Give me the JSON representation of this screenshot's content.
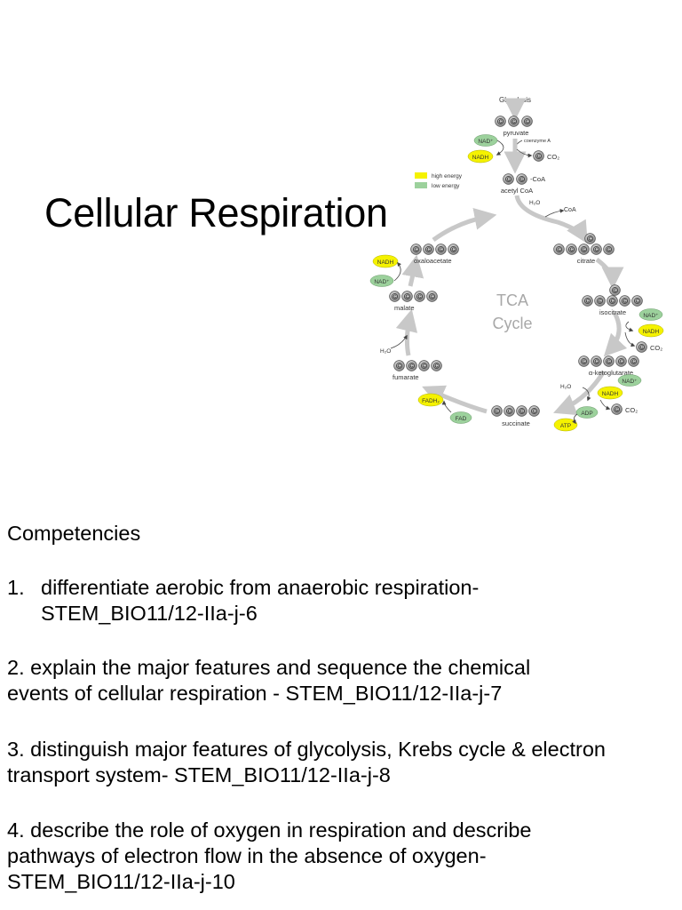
{
  "title": "Cellular Respiration",
  "diagram": {
    "glycolysis": "Glycolysis",
    "pyruvate": "pyruvate",
    "nad_plus": "NAD⁺",
    "nadh": "NADH",
    "coenzyme_a": "coenzyme A",
    "co2": "CO₂",
    "legend_high": "high energy",
    "legend_low": "low energy",
    "coa_suffix": "-CoA",
    "acetyl_coa": "acetyl CoA",
    "h2o": "H₂O",
    "coa": "CoA",
    "oxaloacetate": "oxaloacetate",
    "citrate": "citrate",
    "tca": "TCA",
    "cycle": "Cycle",
    "isocitrate": "isocitrate",
    "malate": "malate",
    "ketoglutarate": "α-ketoglutarate",
    "fumarate": "fumarate",
    "fadh2": "FADH₂",
    "fad": "FAD",
    "succinate": "succinate",
    "adp": "ADP",
    "atp": "ATP",
    "carbon": "C",
    "colors": {
      "high_energy": "#f5f200",
      "low_energy": "#9cd19c",
      "carbon": "#9a9a9a",
      "arrow": "#c8c8c8"
    }
  },
  "competencies": {
    "heading": "Competencies",
    "item1": {
      "number": "1.",
      "lines": [
        "differentiate aerobic from anaerobic respiration-",
        "STEM_BIO11/12-IIa-j-6"
      ]
    },
    "item2": {
      "lines": [
        "2. explain the major features and sequence the chemical",
        "events of cellular respiration - STEM_BIO11/12-IIa-j-7"
      ]
    },
    "item3": {
      "lines": [
        "3. distinguish major features of glycolysis, Krebs cycle & electron",
        "transport system- STEM_BIO11/12-IIa-j-8"
      ]
    },
    "item4": {
      "lines": [
        "4. describe the role of oxygen in respiration and describe",
        "pathways of electron flow in the absence of oxygen-",
        "STEM_BIO11/12-IIa-j-10"
      ]
    }
  }
}
